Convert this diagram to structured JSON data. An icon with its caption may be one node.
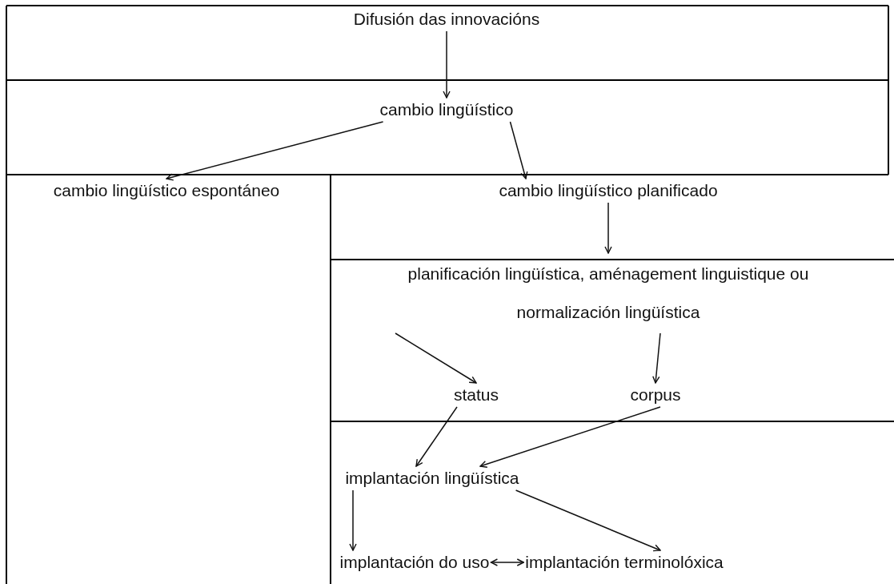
{
  "diagram": {
    "nodes": [
      {
        "text": [
          "Difusión das innovacións"
        ]
      },
      {
        "text": [
          "cambio lingüístico"
        ]
      },
      {
        "text": [
          "cambio lingüístico espontáneo"
        ]
      },
      {
        "text": [
          "cambio lingüístico planificado"
        ]
      },
      {
        "text": [
          "planificación lingüística, aménagement linguistique ou normalización lingüística"
        ]
      },
      {
        "text": [
          "status"
        ]
      },
      {
        "text": [
          "corpus"
        ]
      },
      {
        "text": [
          "implantación lingüística"
        ]
      },
      {
        "text": [
          "implantación do uso"
        ]
      },
      {
        "text": [
          "implantación terminolóxica"
        ]
      }
    ],
    "edges": [
      {
        "from": 0,
        "to": 1,
        "arrow": "to"
      },
      {
        "from": 1,
        "to": 2,
        "arrow": "to"
      },
      {
        "from": 1,
        "to": 3,
        "arrow": "to"
      },
      {
        "from": 3,
        "to": 4,
        "arrow": "to"
      },
      {
        "from": 4,
        "to": 5,
        "arrow": "to"
      },
      {
        "from": 4,
        "to": 6,
        "arrow": "to"
      },
      {
        "from": 5,
        "to": 7,
        "arrow": "to"
      },
      {
        "from": 6,
        "to": 7,
        "arrow": "to"
      },
      {
        "from": 7,
        "to": 8,
        "arrow": "to"
      },
      {
        "from": 7,
        "to": 9,
        "arrow": "to"
      },
      {
        "from": 8,
        "to": 9,
        "arrow": "both"
      }
    ]
  }
}
